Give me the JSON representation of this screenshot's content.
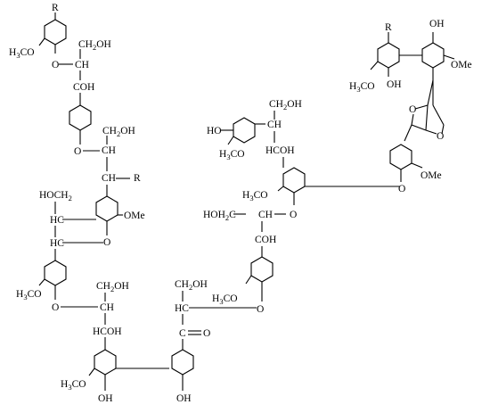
{
  "substituent_labels": [
    "R",
    "R",
    "R"
  ],
  "groups": {
    "ch2oh": "CH2OH",
    "hoch2": "HOCH2",
    "hoh2c": "HOH2C",
    "ch": "CH",
    "hc": "HC",
    "hcoh": "HCOH",
    "coh": "COH",
    "hcoh_upper": "HCOH",
    "c_eq_o": "C",
    "o": "O",
    "oh": "OH",
    "ho": "HO",
    "h3co": "H3CO",
    "ome": "OMe",
    "r": "R"
  }
}
